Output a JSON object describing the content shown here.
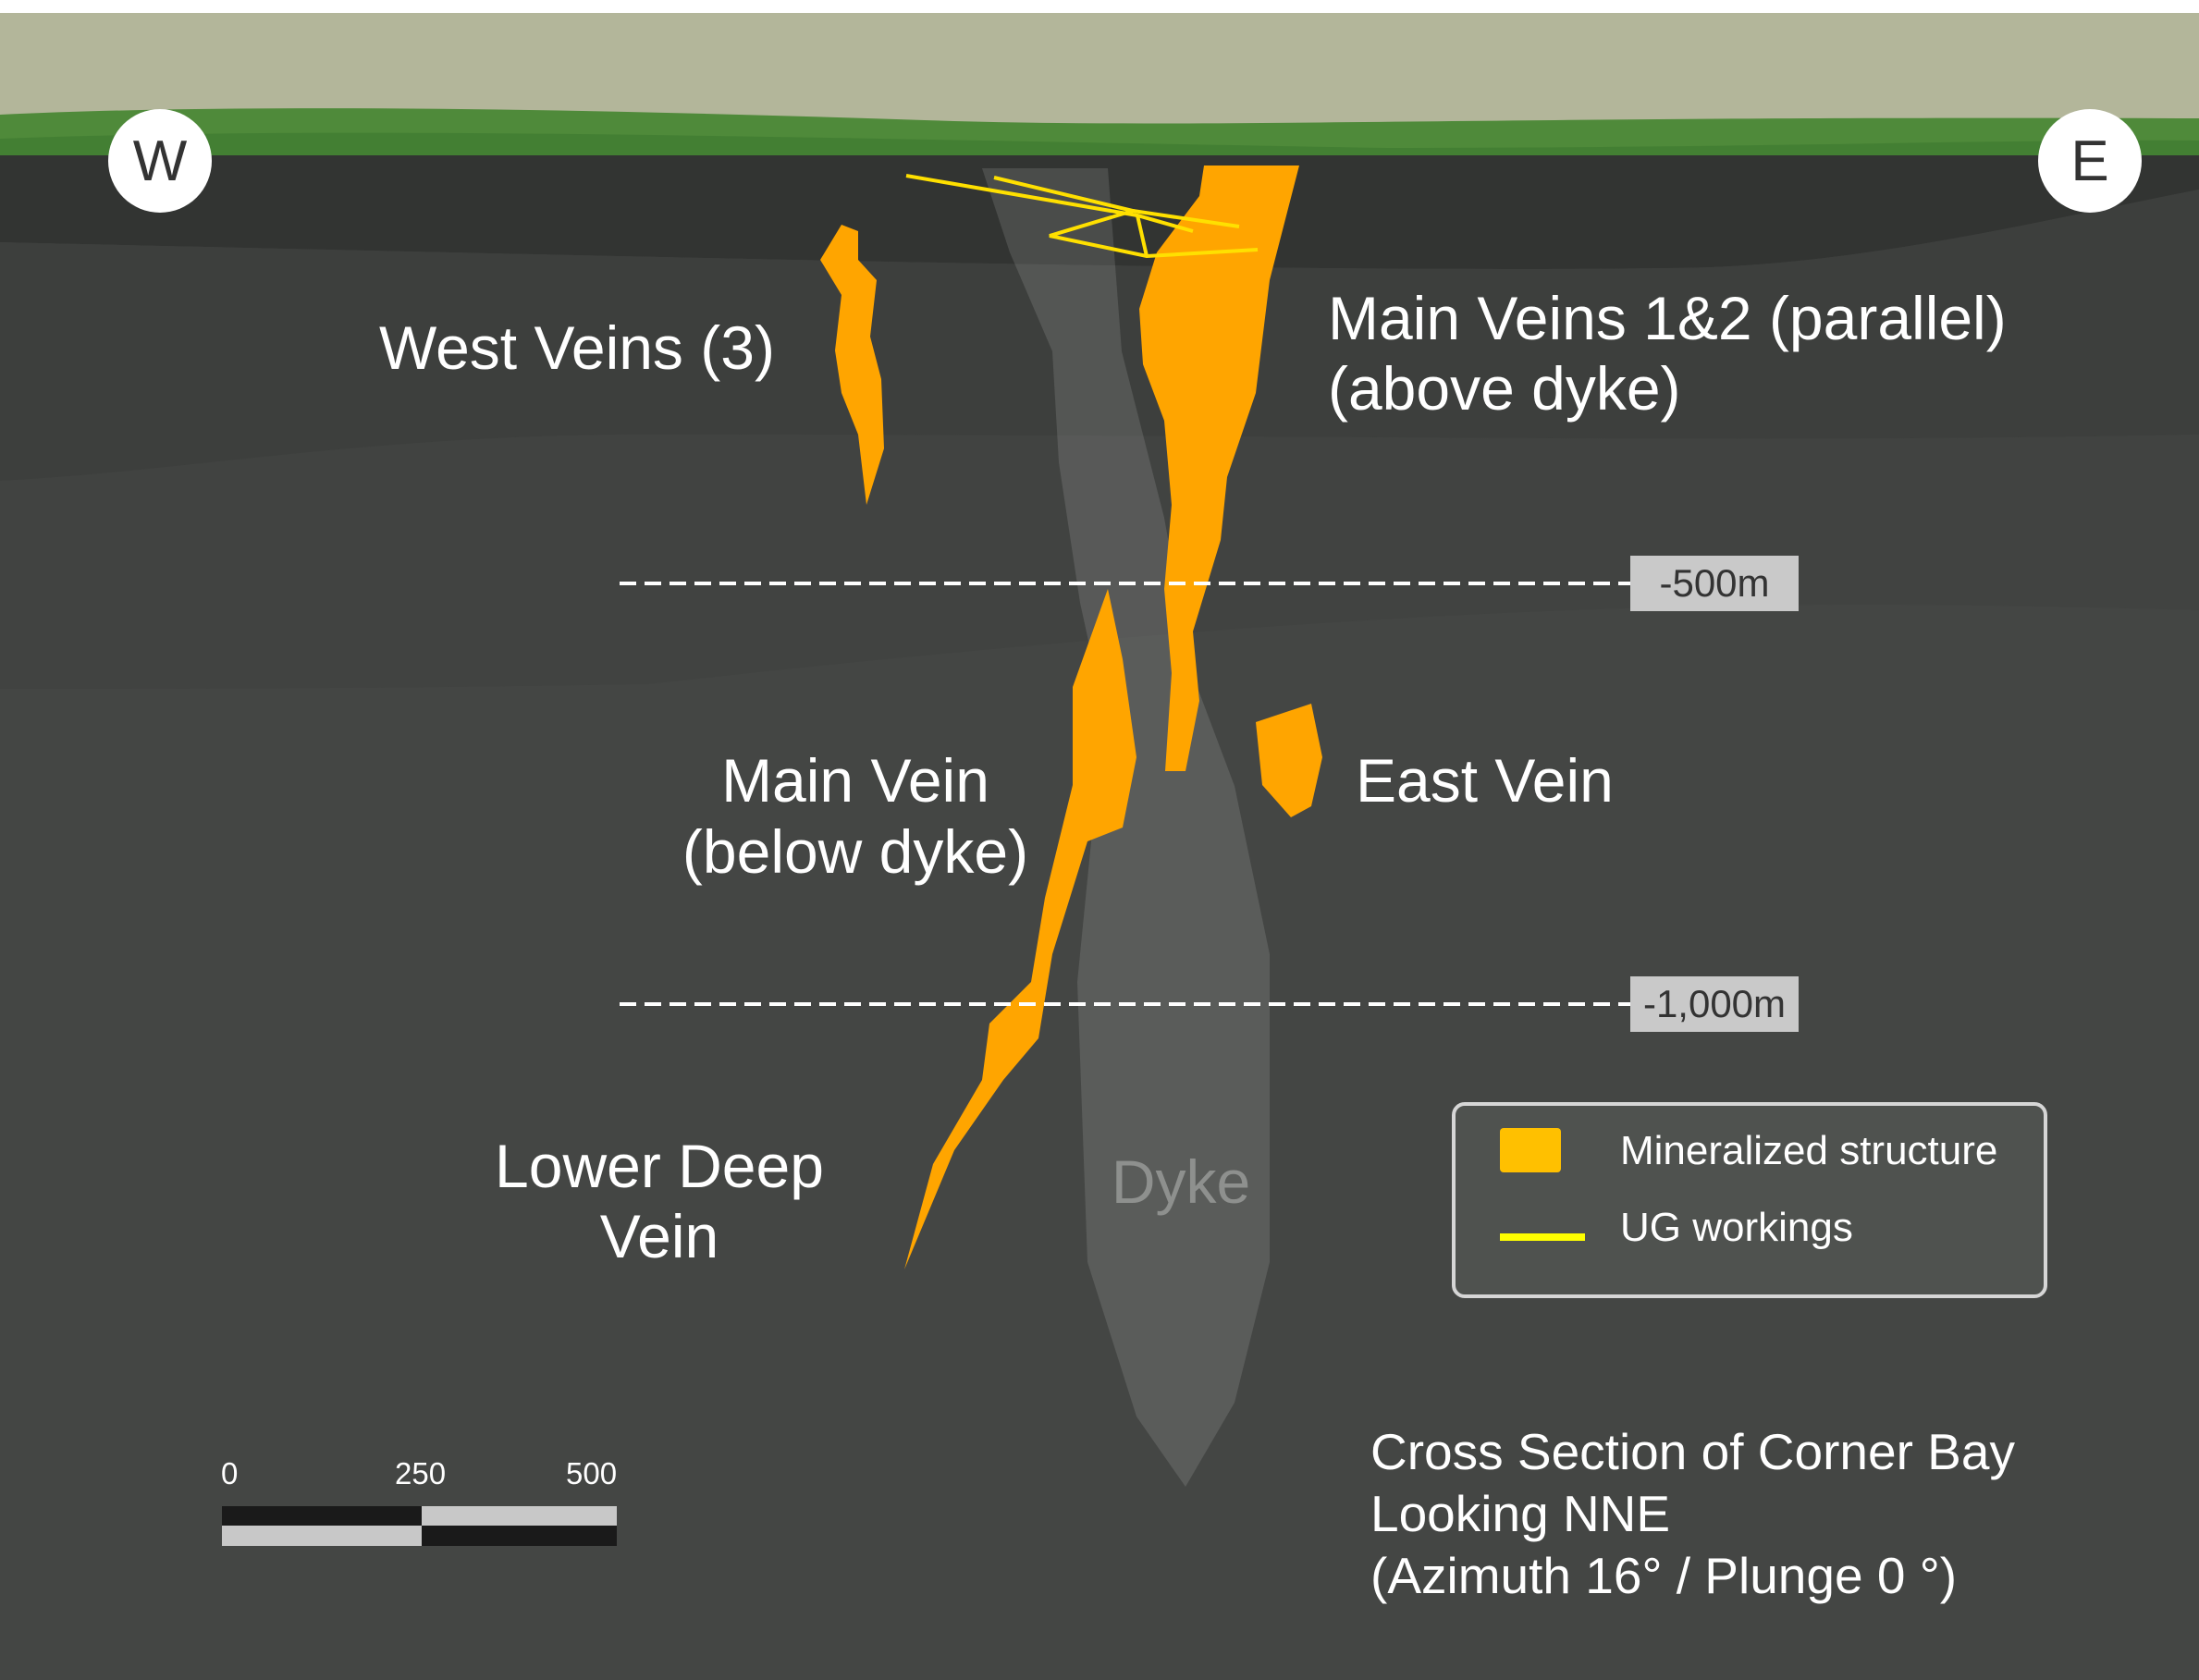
{
  "compass": {
    "west": "W",
    "east": "E"
  },
  "labels": {
    "west_veins": "West Veins (3)",
    "main_veins_line1": "Main Veins 1&2 (parallel)",
    "main_veins_line2": "(above dyke)",
    "main_vein_line1": "Main Vein",
    "main_vein_line2": "(below dyke)",
    "east_vein": "East Vein",
    "lower_deep_line1": "Lower Deep",
    "lower_deep_line2": "Vein",
    "dyke": "Dyke"
  },
  "depth_levels": [
    "-500m",
    "-1,000m"
  ],
  "legend": {
    "items": [
      {
        "label": "Mineralized structure",
        "color": "#ffc000"
      },
      {
        "label": "UG workings",
        "color": "#ffff00"
      }
    ]
  },
  "scale_bar": {
    "ticks": [
      "0",
      "250",
      "500"
    ]
  },
  "caption": {
    "line1": "Cross Section of Corner Bay",
    "line2": "Looking NNE",
    "line3": "(Azimuth 16° / Plunge 0 °)"
  },
  "colors": {
    "vein": "#ffa500",
    "workings": "#ffe000",
    "sky": "#b3b69a",
    "grass": "#4f8a3a",
    "rock": "#434543"
  }
}
